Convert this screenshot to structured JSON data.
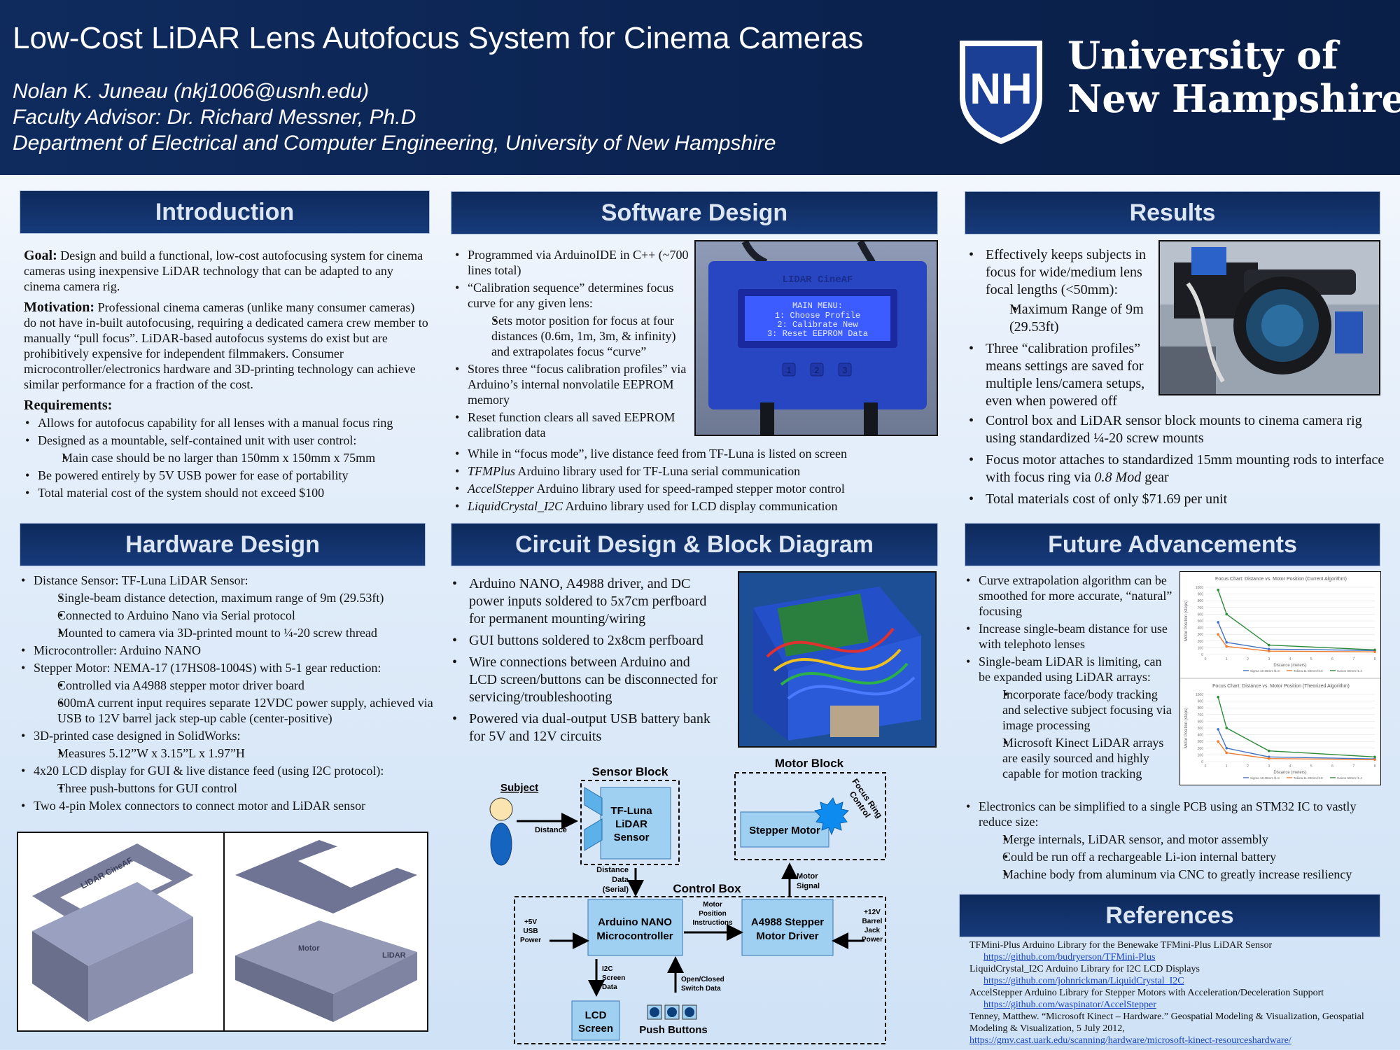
{
  "header": {
    "title": "Low-Cost LiDAR Lens Autofocus System for Cinema Cameras",
    "author": "Nolan K. Juneau (nkj1006@usnh.edu)",
    "advisor": "Faculty Advisor: Dr. Richard Messner, Ph.D",
    "department": "Department of Electrical and Computer Engineering, University of New Hampshire",
    "logo_line1": "University of",
    "logo_line2": "New Hampshire",
    "logo_letters": "NH"
  },
  "sections": {
    "introduction": "Introduction",
    "software": "Software Design",
    "results": "Results",
    "hardware": "Hardware Design",
    "circuit": "Circuit Design & Block Diagram",
    "future": "Future Advancements",
    "references": "References"
  },
  "intro": {
    "goal_label": "Goal:",
    "goal_text": " Design and build a functional, low-cost autofocusing system for cinema cameras using inexpensive LiDAR technology that can be adapted to any cinema camera rig.",
    "motivation_label": "Motivation:",
    "motivation_text": " Professional cinema cameras (unlike many consumer cameras) do not have in-built autofocusing, requiring a dedicated camera crew member to manually “pull focus”. LiDAR-based autofocus systems do exist but are prohibitively expensive for independent filmmakers. Consumer microcontroller/electronics hardware and 3D-printing technology can achieve similar performance for a fraction of the cost.",
    "req_label": "Requirements:",
    "req1": "Allows for autofocus capability for all lenses with a manual focus ring",
    "req2": "Designed as a mountable, self-contained unit with user control:",
    "req2a": "Main case should be no larger than 150mm x 150mm x 75mm",
    "req3": "Be powered entirely by 5V USB power for ease of portability",
    "req4": "Total material cost of the system should not exceed $100"
  },
  "software": {
    "b1": "Programmed via ArduinoIDE in C++ (~700 lines total)",
    "b2": "“Calibration sequence” determines focus curve for any given lens:",
    "b2a": "Sets motor position for focus at four distances (0.6m, 1m, 3m, & infinity) and extrapolates focus “curve”",
    "b3": "Stores three “focus calibration profiles” via Arduino’s internal nonvolatile EEPROM memory",
    "b4": "Reset function clears all saved EEPROM calibration data",
    "b5": "While in “focus mode”, live distance feed from TF-Luna is listed on screen",
    "b6_lib": "TFMPlus",
    "b6": " Arduino library used for TF-Luna serial communication",
    "b7_lib": "AccelStepper",
    "b7": " Arduino library used for speed-ramped stepper motor control",
    "b8_lib": "LiquidCrystal_I2C",
    "b8": " Arduino library used for LCD display communication",
    "box_label": "LIDAR CineAF",
    "lcd1": "MAIN MENU:",
    "lcd2": "1: Choose Profile",
    "lcd3": "2: Calibrate New",
    "lcd4": "3: Reset EEPROM Data",
    "btn1": "1",
    "btn2": "2",
    "btn3": "3"
  },
  "results": {
    "b1": "Effectively keeps subjects in focus for wide/medium lens focal lengths (<50mm):",
    "b1a": "Maximum Range of 9m (29.53ft)",
    "b2": "Three “calibration profiles” means settings are saved for multiple lens/camera setups, even when powered off",
    "b3": "Control box and LiDAR sensor block mounts to cinema camera rig using standardized ¼-20 screw mounts",
    "b4a": "Focus motor attaches to standardized 15mm mounting rods to interface with focus ring via ",
    "b4_em": "0.8 Mod",
    "b4b": " gear",
    "b5": "Total materials cost of only $71.69 per unit"
  },
  "hardware": {
    "b1": "Distance Sensor: TF-Luna LiDAR Sensor:",
    "b1a": "Single-beam distance detection, maximum range of 9m (29.53ft)",
    "b1b": "Connected to Arduino Nano via Serial protocol",
    "b1c": "Mounted to camera via 3D-printed mount to ¼-20 screw thread",
    "b2": "Microcontroller: Arduino NANO",
    "b3": "Stepper Motor: NEMA-17 (17HS08-1004S) with 5-1 gear reduction:",
    "b3a": "Controlled via A4988 stepper motor driver board",
    "b3b": "600mA current input requires separate 12VDC power supply, achieved via USB to 12V barrel jack step-up cable (center-positive)",
    "b4": "3D-printed case designed in SolidWorks:",
    "b4a": "Measures 5.12”W x 3.15”L x 1.97”H",
    "b5": "4x20 LCD display for GUI & live distance feed (using I2C protocol):",
    "b5a": "Three push-buttons for GUI control",
    "b6": "Two 4-pin Molex connectors to connect motor and LiDAR sensor",
    "cad_label": "LIDAR CineAF",
    "cad_motor": "Motor",
    "cad_lidar": "LiDAR"
  },
  "circuit": {
    "b1": "Arduino NANO, A4988 driver, and DC power inputs soldered to 5x7cm perfboard for permanent mounting/wiring",
    "b2": "GUI buttons soldered to 2x8cm perfboard",
    "b3": "Wire connections between Arduino and LCD screen/buttons can be disconnected for servicing/troubleshooting",
    "b4": "Powered via dual-output USB battery bank for 5V and 12V circuits"
  },
  "diagram": {
    "subject": "Subject",
    "distance": "Distance",
    "sensor_block": "Sensor Block",
    "tfluna1": "TF-Luna",
    "tfluna2": "LiDAR",
    "tfluna3": "Sensor",
    "motor_block": "Motor Block",
    "focus_ring1": "Focus Ring",
    "focus_ring2": "Control",
    "stepper": "Stepper Motor",
    "dist_data1": "Distance",
    "dist_data2": "Data",
    "dist_data3": "(Serial)",
    "motor_signal1": "Motor",
    "motor_signal2": "Signal",
    "control_box": "Control Box",
    "usb1": "+5V",
    "usb2": "USB",
    "usb3": "Power",
    "arduino1": "Arduino NANO",
    "arduino2": "Microcontroller",
    "instr1": "Motor",
    "instr2": "Position",
    "instr3": "Instructions",
    "a4988_1": "A4988 Stepper",
    "a4988_2": "Motor Driver",
    "barrel1": "+12V",
    "barrel2": "Barrel",
    "barrel3": "Jack",
    "barrel4": "Power",
    "i2c1": "I2C",
    "i2c2": "Screen",
    "i2c3": "Data",
    "switch1": "Open/Closed",
    "switch2": "Switch Data",
    "lcd1": "LCD",
    "lcd2": "Screen",
    "push": "Push Buttons"
  },
  "future": {
    "b1": "Curve extrapolation algorithm can be smoothed for more accurate, “natural” focusing",
    "b2": "Increase single-beam distance for use with telephoto lenses",
    "b3": "Single-beam LiDAR is limiting, can be expanded using LiDAR arrays:",
    "b3a": "Incorporate face/body tracking and selective subject focusing via image processing",
    "b3b": "Microsoft Kinect LiDAR arrays are easily sourced and highly capable for motion tracking",
    "b4": "Electronics can be simplified to a single PCB using an STM32 IC to vastly reduce size:",
    "b4a": "Merge internals, LiDAR sensor, and motor assembly",
    "b4b": "Could be run off a rechargeable Li-ion internal battery",
    "b4c": "Machine body from aluminum via CNC to greatly increase resiliency"
  },
  "references": {
    "r1": "TFMini-Plus Arduino Library for the Benewake TFMini-Plus LiDAR Sensor",
    "r1_link": "https://github.com/budryerson/TFMini-Plus",
    "r2": "LiquidCrystal_I2C Arduino Library for I2C LCD Displays",
    "r2_link": "https://github.com/johnrickman/LiquidCrystal_I2C",
    "r3": "AccelStepper Arduino Library for Stepper Motors with Acceleration/Deceleration Support",
    "r3_link": "https://github.com/waspinator/AccelStepper",
    "r4": "Tenney, Matthew. “Microsoft Kinect – Hardware.” Geospatial Modeling & Visualization, Geospatial Modeling & Visualization, 5 July 2012,",
    "r4_link": "https://gmv.cast.uark.edu/scanning/hardware/microsoft-kinect-resourceshardware/"
  },
  "chart_data": [
    {
      "type": "line",
      "title": "Focus Chart: Distance vs. Motor Position (Current Algorithm)",
      "xlabel": "Distance (meters)",
      "ylabel": "Motor Position (steps)",
      "ylim": [
        0,
        1000
      ],
      "xlim": [
        0,
        8
      ],
      "x": [
        0.6,
        1,
        3,
        9
      ],
      "series": [
        {
          "name": "Sigma 18-35mm f1.8",
          "values": [
            480,
            180,
            80,
            60
          ],
          "color": "#4472c4"
        },
        {
          "name": "Tokina 11-20mm f2.8",
          "values": [
            300,
            120,
            50,
            40
          ],
          "color": "#ed7d31"
        },
        {
          "name": "Canon 50mm f1.4",
          "values": [
            960,
            600,
            140,
            70
          ],
          "color": "#2e8b3a"
        }
      ]
    },
    {
      "type": "line",
      "title": "Focus Chart: Distance vs. Motor Position (Theorized Algorithm)",
      "xlabel": "Distance (meters)",
      "ylabel": "Motor Position (steps)",
      "ylim": [
        0,
        1000
      ],
      "xlim": [
        0,
        8
      ],
      "x": [
        0.6,
        1,
        3,
        9
      ],
      "series": [
        {
          "name": "Sigma 18-35mm f1.8",
          "values": [
            480,
            200,
            70,
            40
          ],
          "color": "#4472c4"
        },
        {
          "name": "Tokina 11-20mm f2.8",
          "values": [
            300,
            130,
            45,
            30
          ],
          "color": "#ed7d31"
        },
        {
          "name": "Canon 50mm f1.4",
          "values": [
            960,
            500,
            160,
            70
          ],
          "color": "#2e8b3a"
        }
      ]
    }
  ]
}
